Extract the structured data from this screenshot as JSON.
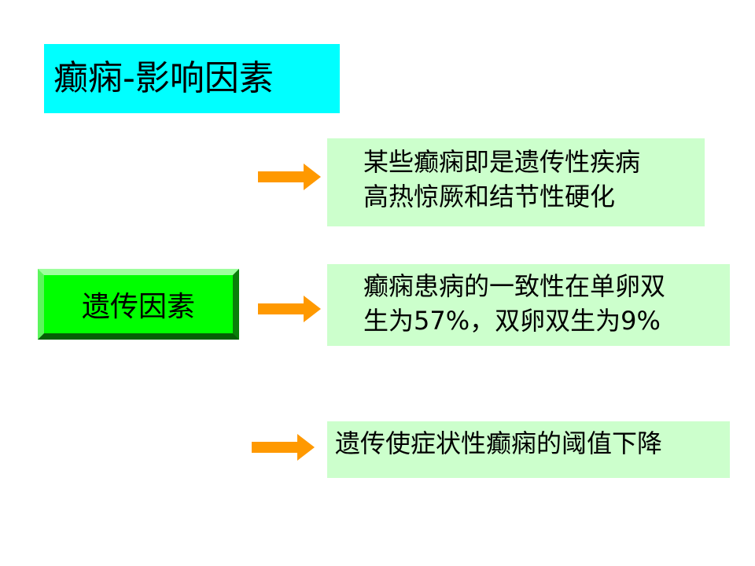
{
  "slide": {
    "title": "癫痫-影响因素",
    "factor_label": "遗传因素",
    "arrow_color": "#ff9900",
    "boxes": [
      {
        "lines": [
          "某些癫痫即是遗传性疾病",
          "高热惊厥和结节性硬化"
        ]
      },
      {
        "lines": [
          "癫痫患病的一致性在单卵双",
          "生为57%，双卵双生为9%"
        ]
      },
      {
        "lines": [
          "遗传使症状性癫痫的阈值下降"
        ]
      }
    ]
  },
  "colors": {
    "title_background": "#00ffff",
    "button_background": "#00ff00",
    "box_background": "#ccffcc"
  }
}
